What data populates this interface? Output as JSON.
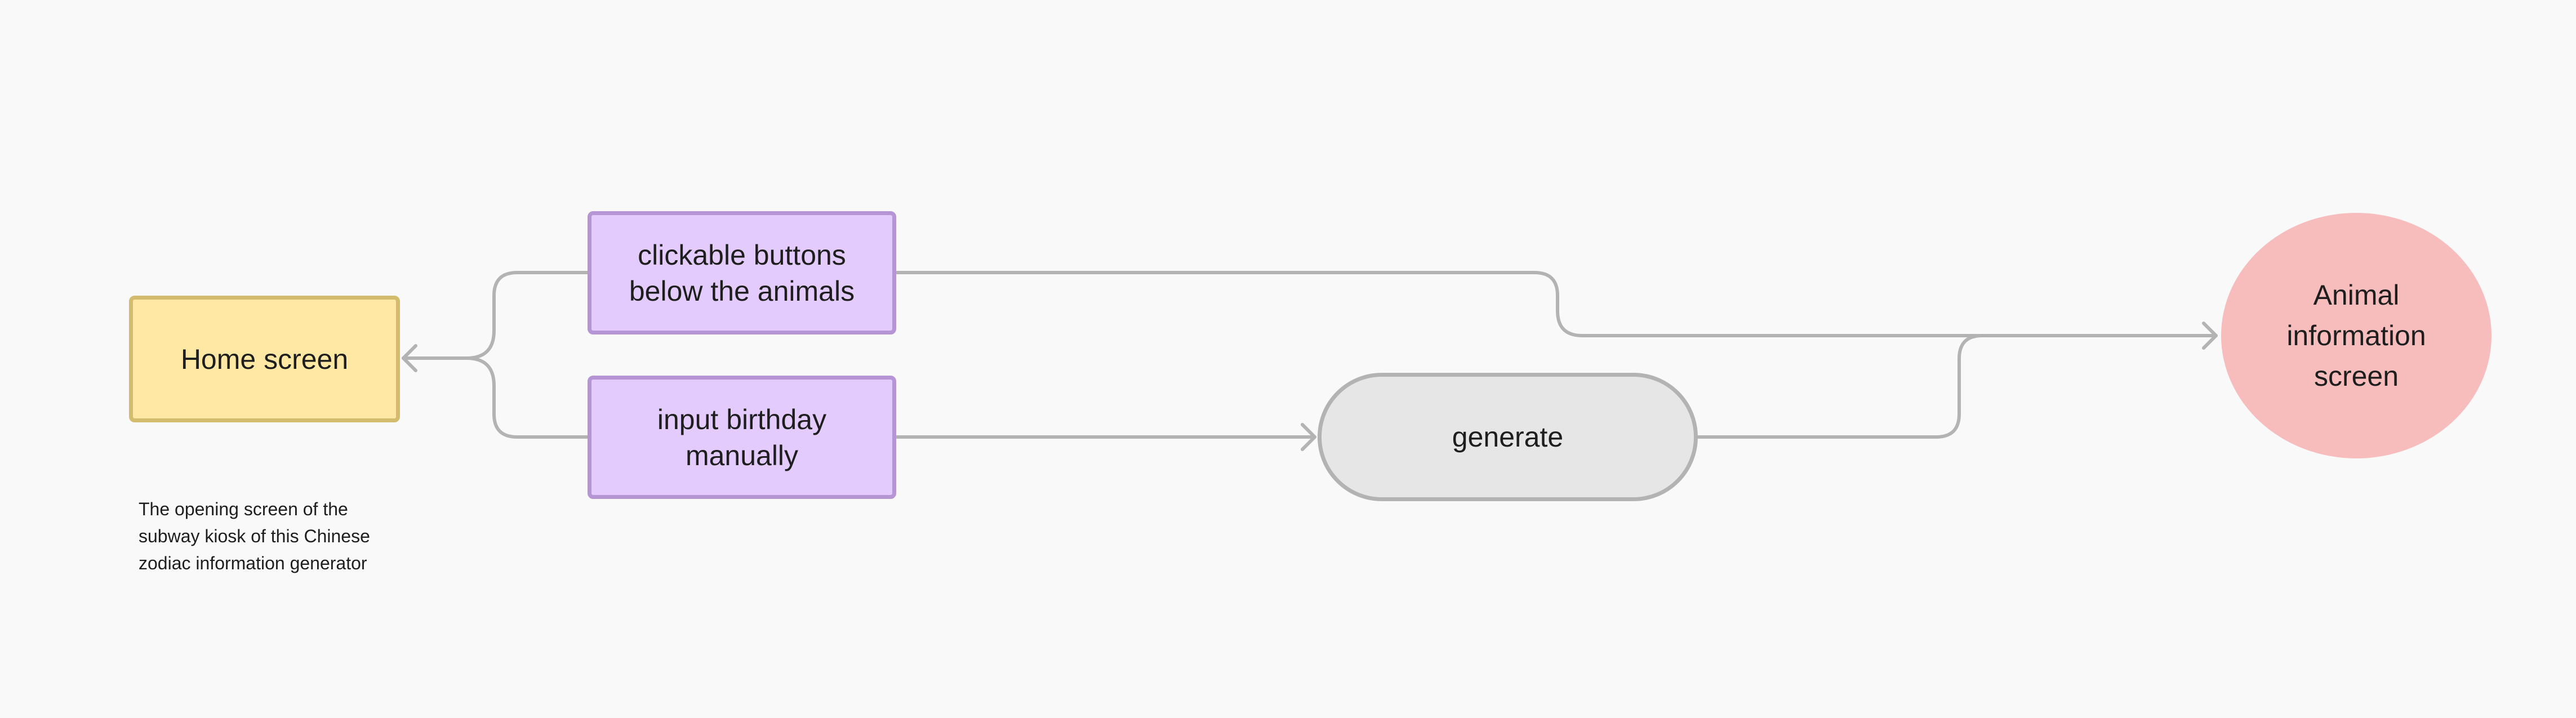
{
  "diagram": {
    "nodes": {
      "home": {
        "label": "Home screen",
        "color": "#ffe8a3"
      },
      "clickable": {
        "label": "clickable buttons\nbelow the animals",
        "color": "#e3ccfd"
      },
      "input": {
        "label": "input birthday\nmanually",
        "color": "#e3ccfd"
      },
      "generate": {
        "label": "generate",
        "color": "#e6e6e6"
      },
      "animal": {
        "label": "Animal\ninformation\nscreen",
        "color": "#f7bcbc"
      }
    },
    "note": "The opening screen of the\nsubway kiosk of this Chinese\nzodiac information generator",
    "edges": [
      {
        "from": "clickable",
        "to": "home"
      },
      {
        "from": "input",
        "to": "home"
      },
      {
        "from": "clickable",
        "to": "animal"
      },
      {
        "from": "input",
        "to": "generate"
      },
      {
        "from": "generate",
        "to": "animal"
      }
    ],
    "edge_color": "#b3b3b3"
  }
}
